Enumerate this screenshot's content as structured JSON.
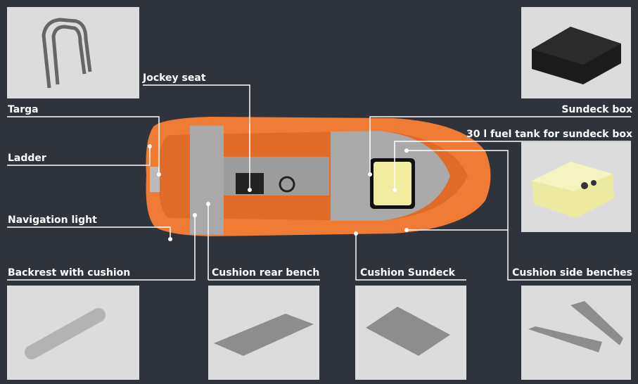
{
  "labels": {
    "jockey_seat": "Jockey seat",
    "targa": "Targa",
    "ladder": "Ladder",
    "navigation_light": "Navigation light",
    "backrest": "Backrest with cushion",
    "cushion_rear_bench": "Cushion rear bench",
    "cushion_sundeck": "Cushion Sundeck",
    "cushion_side_benches": "Cushion side benches",
    "sundeck_box": "Sundeck box",
    "fuel_tank": "30 l fuel tank for sundeck box"
  },
  "colors": {
    "background": "#2f343c",
    "hull": "#f07b35",
    "cushion": "#a9a9a9",
    "tank": "#f1eda0",
    "line": "#ffffff"
  }
}
